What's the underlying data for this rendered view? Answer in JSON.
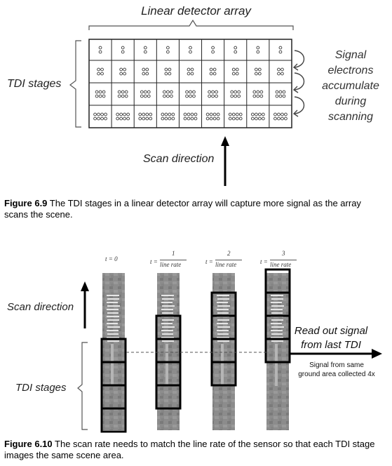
{
  "figure_6_9": {
    "title": "Linear detector array",
    "left_label": "TDI stages",
    "right_label_lines": [
      "Signal",
      "electrons",
      "accumulate",
      "during",
      "scanning"
    ],
    "scan_label": "Scan direction",
    "columns": 9,
    "stages_dots": [
      2,
      4,
      6,
      8
    ],
    "caption_bold": "Figure 6.9",
    "caption_text": " The TDI stages in a linear detector array will capture more signal as the array scans the scene."
  },
  "figure_6_10": {
    "time_labels": [
      {
        "t": "t = 0",
        "frac": null
      },
      {
        "t": "t =",
        "num": "1",
        "den": "line rate"
      },
      {
        "t": "t =",
        "num": "2",
        "den": "line rate"
      },
      {
        "t": "t =",
        "num": "3",
        "den": "line rate"
      }
    ],
    "scan_label": "Scan direction",
    "tdi_label": "TDI stages",
    "readout_lines": [
      "Read out signal",
      "from last TDI"
    ],
    "note_lines": [
      "Signal from same",
      "ground area collected 4x"
    ],
    "caption_bold": "Figure 6.10",
    "caption_text": " The scan rate needs to match the line rate of the sensor so that each TDI stage images the same scene area."
  }
}
